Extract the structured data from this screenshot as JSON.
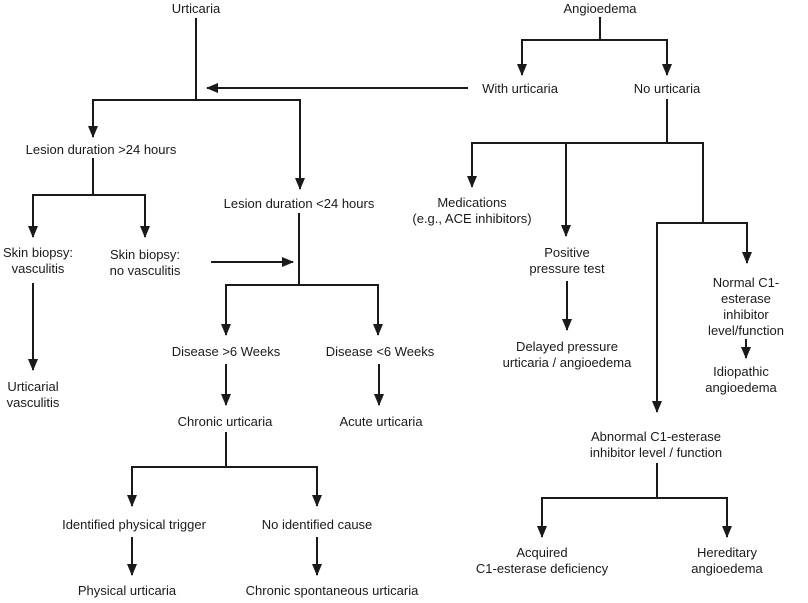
{
  "colors": {
    "line": "#1a1a1a",
    "text": "#1a1a1a",
    "background": "#ffffff"
  },
  "nodes": {
    "urticaria": "Urticaria",
    "angioedema": "Angioedema",
    "with_urticaria": "With urticaria",
    "no_urticaria": "No urticaria",
    "lesion_gt24": "Lesion duration >24 hours",
    "lesion_lt24": "Lesion duration <24 hours",
    "biopsy_vasculitis": "Skin biopsy:\nvasculitis",
    "biopsy_no_vasculitis": "Skin biopsy:\nno vasculitis",
    "urticarial_vasculitis": "Urticarial\nvasculitis",
    "disease_gt6": "Disease >6 Weeks",
    "disease_lt6": "Disease <6 Weeks",
    "chronic_urticaria": "Chronic urticaria",
    "acute_urticaria": "Acute urticaria",
    "identified_trigger": "Identified physical trigger",
    "no_identified_cause": "No identified cause",
    "physical_urticaria": "Physical urticaria",
    "chronic_spontaneous": "Chronic spontaneous urticaria",
    "medications": "Medications\n(e.g., ACE inhibitors)",
    "positive_pressure": "Positive\npressure test",
    "delayed_pressure": "Delayed pressure\nurticaria / angioedema",
    "normal_c1": "Normal C1-esterase\ninhibitor\nlevel/function",
    "idiopathic": "Idiopathic\nangioedema",
    "abnormal_c1": "Abnormal C1-esterase\ninhibitor level / function",
    "acquired_c1": "Acquired\nC1-esterase deficiency",
    "hereditary": "Hereditary\nangioedema"
  },
  "edges": [
    {
      "from": "urticaria",
      "to": "lesion_gt24"
    },
    {
      "from": "urticaria",
      "to": "lesion_lt24"
    },
    {
      "from": "with_urticaria",
      "to": "urticaria"
    },
    {
      "from": "angioedema",
      "to": "with_urticaria"
    },
    {
      "from": "angioedema",
      "to": "no_urticaria"
    },
    {
      "from": "lesion_gt24",
      "to": "biopsy_vasculitis"
    },
    {
      "from": "lesion_gt24",
      "to": "biopsy_no_vasculitis"
    },
    {
      "from": "biopsy_vasculitis",
      "to": "urticarial_vasculitis"
    },
    {
      "from": "biopsy_no_vasculitis",
      "to": "lesion_lt24"
    },
    {
      "from": "lesion_lt24",
      "to": "disease_gt6"
    },
    {
      "from": "lesion_lt24",
      "to": "disease_lt6"
    },
    {
      "from": "disease_gt6",
      "to": "chronic_urticaria"
    },
    {
      "from": "disease_lt6",
      "to": "acute_urticaria"
    },
    {
      "from": "chronic_urticaria",
      "to": "identified_trigger"
    },
    {
      "from": "chronic_urticaria",
      "to": "no_identified_cause"
    },
    {
      "from": "identified_trigger",
      "to": "physical_urticaria"
    },
    {
      "from": "no_identified_cause",
      "to": "chronic_spontaneous"
    },
    {
      "from": "no_urticaria",
      "to": "medications"
    },
    {
      "from": "no_urticaria",
      "to": "positive_pressure"
    },
    {
      "from": "no_urticaria",
      "to": "normal_c1"
    },
    {
      "from": "no_urticaria",
      "to": "abnormal_c1"
    },
    {
      "from": "positive_pressure",
      "to": "delayed_pressure"
    },
    {
      "from": "normal_c1",
      "to": "idiopathic"
    },
    {
      "from": "abnormal_c1",
      "to": "acquired_c1"
    },
    {
      "from": "abnormal_c1",
      "to": "hereditary"
    }
  ]
}
